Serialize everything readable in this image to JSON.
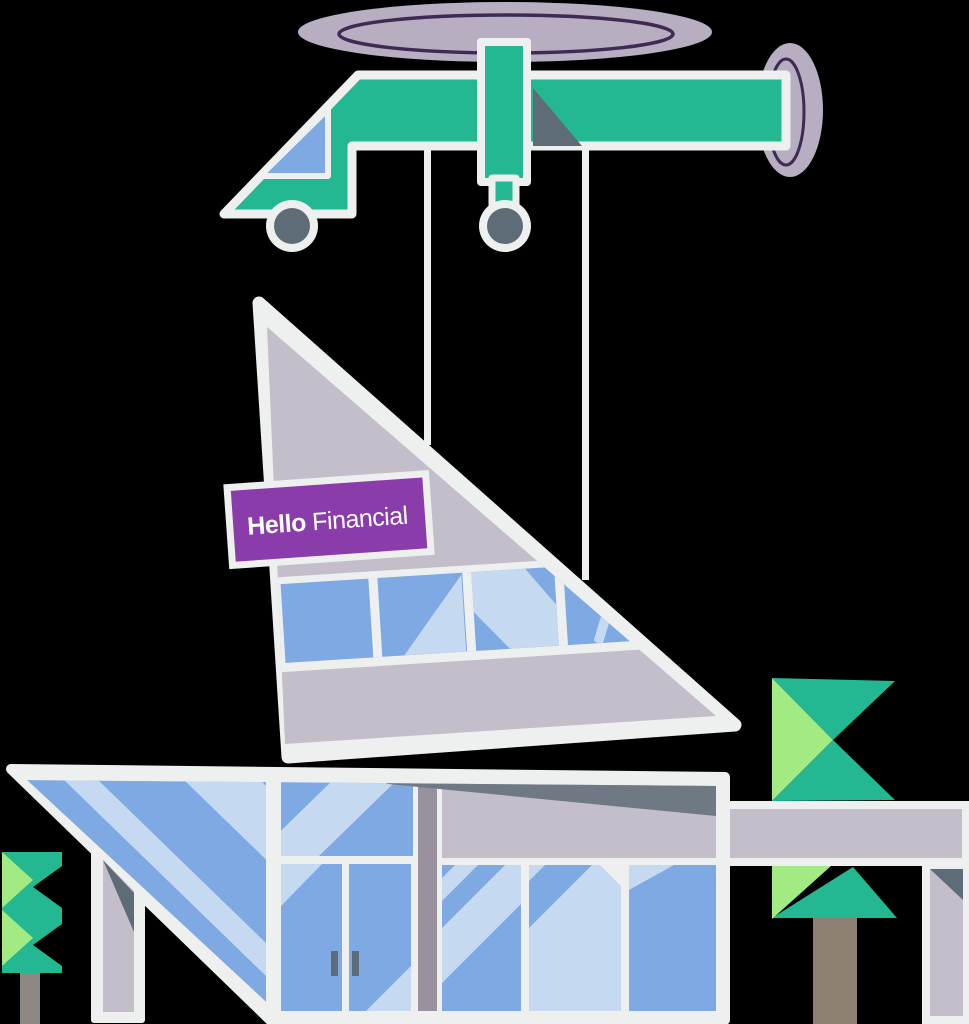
{
  "illustration": {
    "title": "Helicopter lowering a rooftop onto the Hello Financial building",
    "background": "#000000",
    "sign": {
      "bold": "Hello",
      "regular": " Financial"
    },
    "palette": {
      "background": "#000000",
      "outline": "#edf0ee",
      "teal": "#24b892",
      "lavender": "#c4bdca",
      "rotor_lavender": "#b7aec1",
      "ring": "#3e2a54",
      "slate": "#5e6c77",
      "slate_light": "#6f7983",
      "blue": "#7fa9e2",
      "light_blue": "#c5d9f0",
      "lighter_blue": "#dce8f6",
      "purple": "#8a3caa",
      "green": "#a2eb82",
      "mauve": "#9a919e",
      "trunk_brown": "#8d8073",
      "trunk_gray": "#8e8882"
    }
  }
}
